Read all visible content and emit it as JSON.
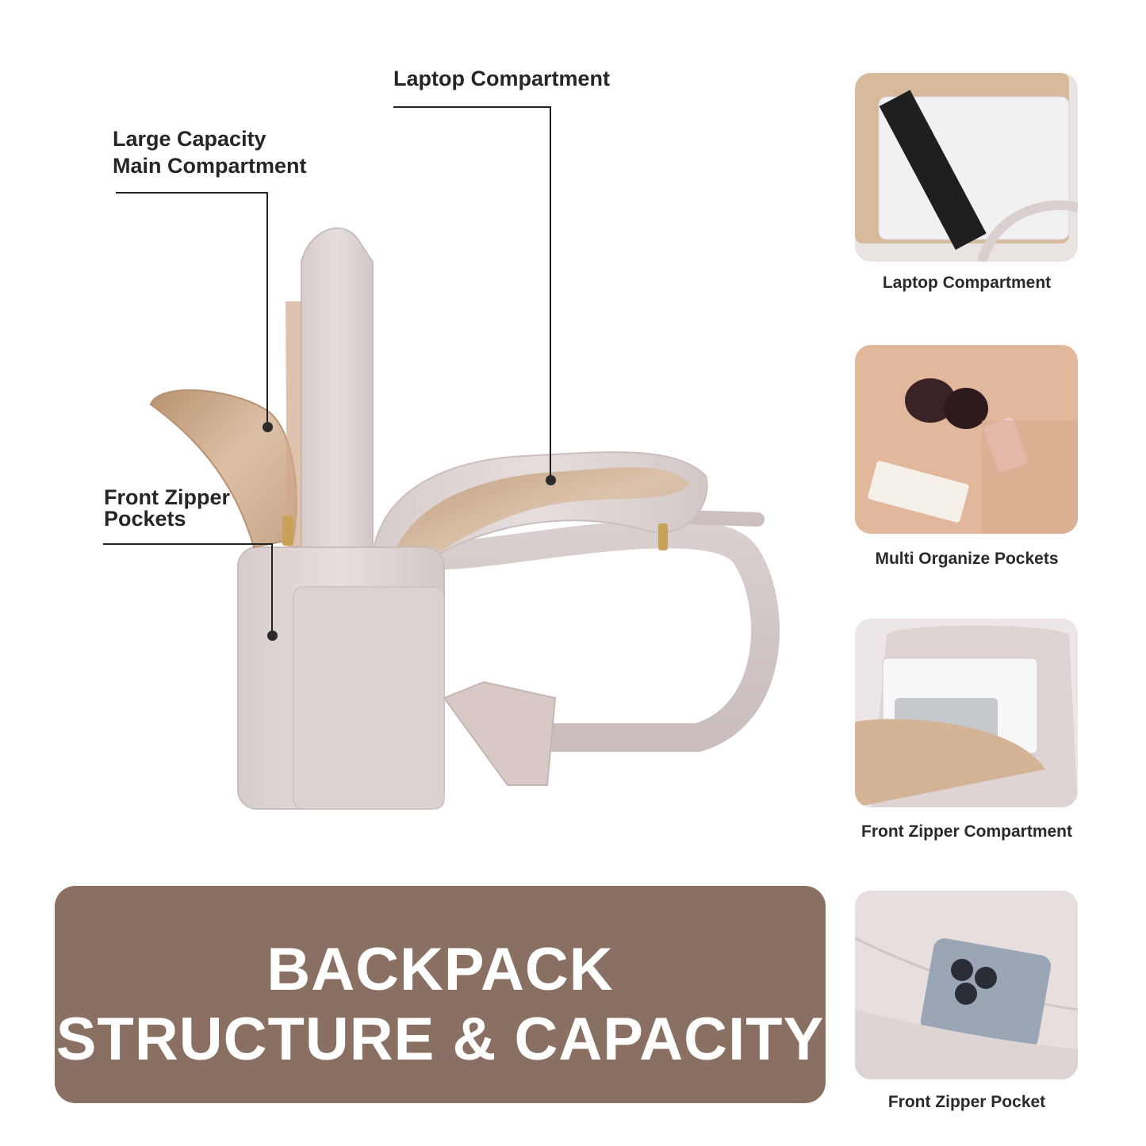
{
  "callouts": {
    "laptop_compartment": "Laptop Compartment",
    "main_compartment_line1": "Large Capacity",
    "main_compartment_line2": "Main Compartment",
    "front_pockets_line1": "Front Zipper",
    "front_pockets_line2": "Pockets"
  },
  "thumbnails": [
    {
      "caption": "Laptop Compartment"
    },
    {
      "caption": "Multi Organize Pockets"
    },
    {
      "caption": "Front Zipper Compartment"
    },
    {
      "caption": "Front Zipper Pocket"
    }
  ],
  "banner": {
    "line1": "BACKPACK",
    "line2": "STRUCTURE & CAPACITY"
  },
  "colors": {
    "banner_bg": "#8a7063",
    "bag_taupe": "#ddd3d2",
    "lining_gold": "#c9a98d"
  }
}
